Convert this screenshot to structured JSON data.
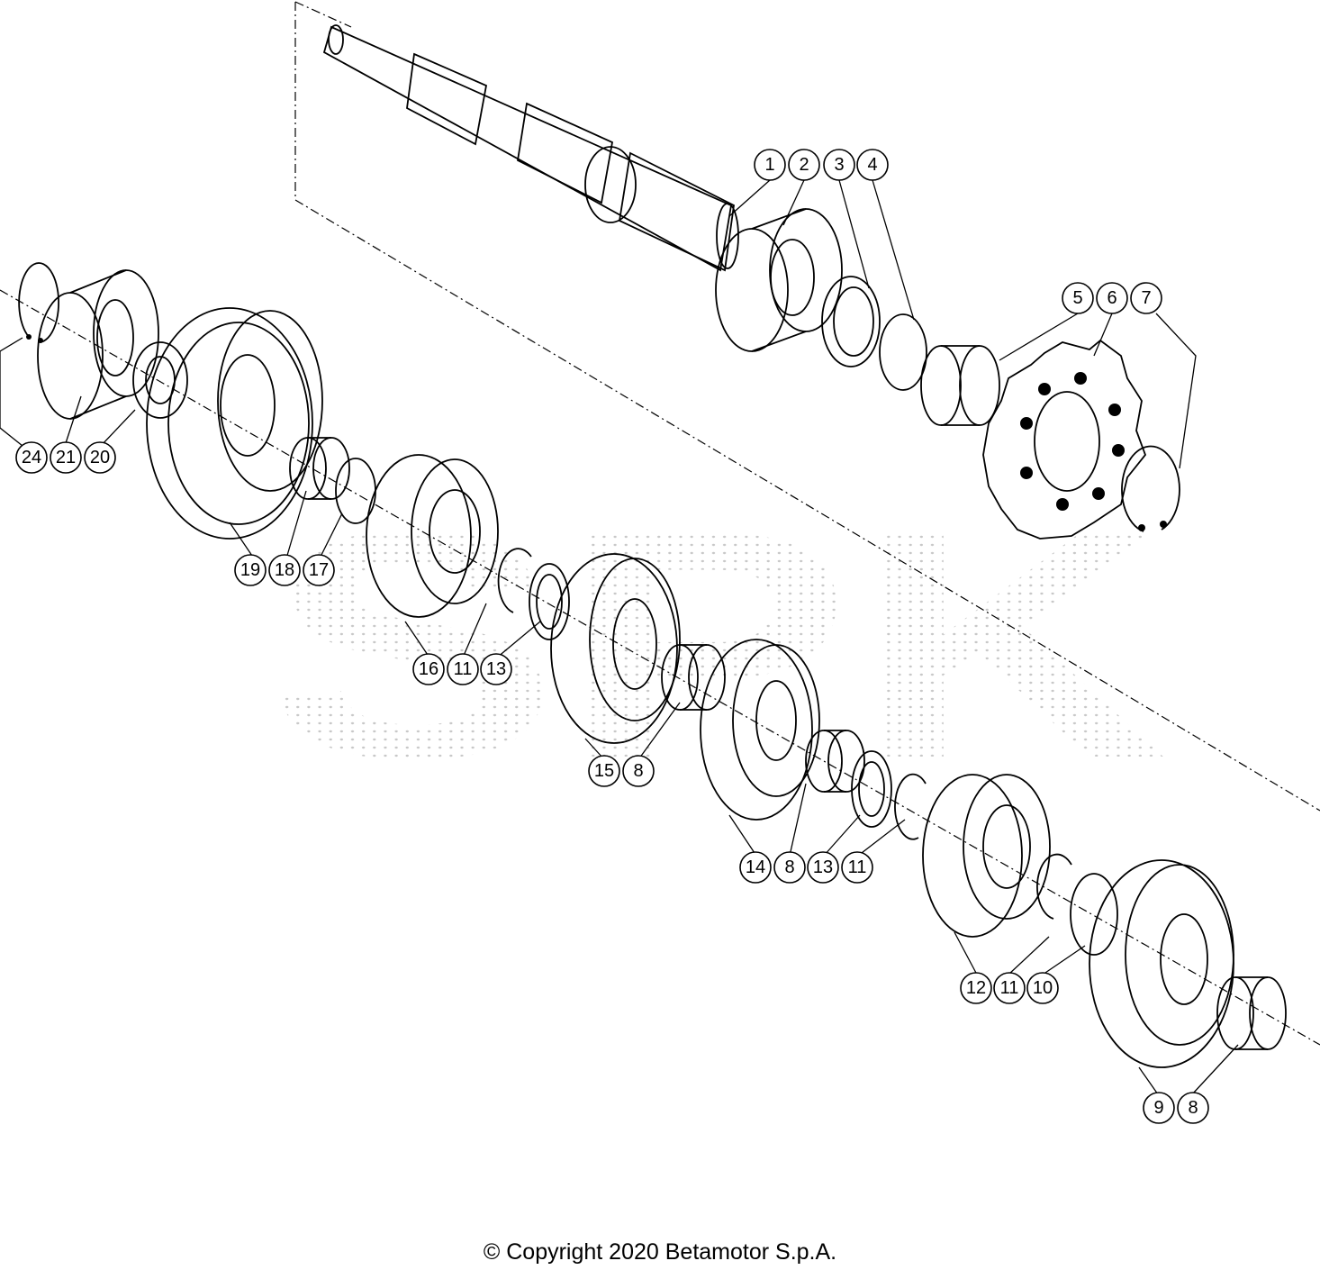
{
  "diagram": {
    "callouts": [
      {
        "id": "c1",
        "label": "1"
      },
      {
        "id": "c2",
        "label": "2"
      },
      {
        "id": "c3",
        "label": "3"
      },
      {
        "id": "c4",
        "label": "4"
      },
      {
        "id": "c5",
        "label": "5"
      },
      {
        "id": "c6",
        "label": "6"
      },
      {
        "id": "c7",
        "label": "7"
      },
      {
        "id": "c24",
        "label": "24"
      },
      {
        "id": "c21",
        "label": "21"
      },
      {
        "id": "c20",
        "label": "20"
      },
      {
        "id": "c19",
        "label": "19"
      },
      {
        "id": "c18",
        "label": "18"
      },
      {
        "id": "c17",
        "label": "17"
      },
      {
        "id": "c16",
        "label": "16"
      },
      {
        "id": "c11a",
        "label": "11"
      },
      {
        "id": "c13a",
        "label": "13"
      },
      {
        "id": "c15",
        "label": "15"
      },
      {
        "id": "c8a",
        "label": "8"
      },
      {
        "id": "c14",
        "label": "14"
      },
      {
        "id": "c8b",
        "label": "8"
      },
      {
        "id": "c13b",
        "label": "13"
      },
      {
        "id": "c11b",
        "label": "11"
      },
      {
        "id": "c12",
        "label": "12"
      },
      {
        "id": "c11c",
        "label": "11"
      },
      {
        "id": "c10",
        "label": "10"
      },
      {
        "id": "c9",
        "label": "9"
      },
      {
        "id": "c8c",
        "label": "8"
      }
    ],
    "watermark_text": "SPK"
  },
  "footer": {
    "copyright": "© Copyright 2020 Betamotor S.p.A."
  }
}
